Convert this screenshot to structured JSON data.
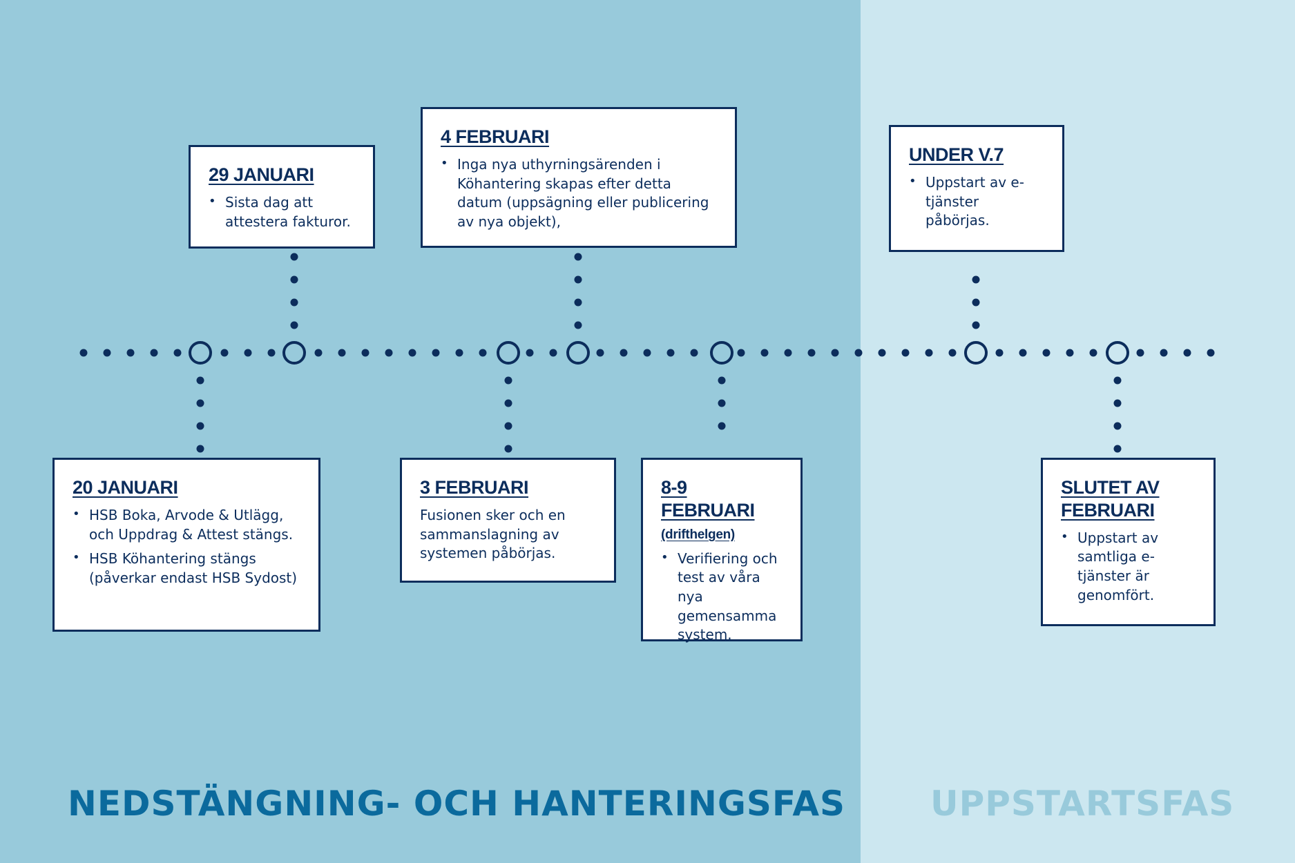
{
  "phases": {
    "left": "NEDSTÄNGNING- OCH HANTERINGSFAS",
    "right": "UPPSTARTSFAS"
  },
  "events": [
    {
      "id": "jan20",
      "title": "20 JANUARI",
      "bullets": [
        "HSB Boka, Arvode & Utlägg, och Uppdrag & Attest stängs.",
        "HSB Köhantering stängs (påverkar endast HSB Sydost)"
      ]
    },
    {
      "id": "jan29",
      "title": "29 JANUARI",
      "bullets": [
        "Sista dag att attestera fakturor."
      ]
    },
    {
      "id": "feb3",
      "title": "3 FEBRUARI",
      "text": "Fusionen sker och en sammanslagning av systemen påbörjas."
    },
    {
      "id": "feb4",
      "title": "4 FEBRUARI",
      "bullets": [
        "Inga nya uthyrningsärenden i Köhantering skapas efter detta datum (uppsägning eller publicering av nya objekt),"
      ]
    },
    {
      "id": "feb89",
      "title": "8-9 FEBRUARI",
      "subtitle": "(drifthelgen)",
      "bullets": [
        "Verifiering och test av våra nya gemensamma system."
      ]
    },
    {
      "id": "v7",
      "title": "UNDER V.7",
      "bullets": [
        "Uppstart av e-tjänster påbörjas."
      ]
    },
    {
      "id": "endfeb",
      "title": "SLUTET AV FEBRUARI",
      "bullets": [
        "Uppstart av samtliga e-tjänster är genomfört."
      ]
    }
  ],
  "colors": {
    "navy": "#0c2d5c",
    "phase_left_bg": "#98cadb",
    "phase_right_bg": "#cce7f0",
    "phase_left_text": "#0b6a9d",
    "phase_right_text": "#98cadb"
  }
}
